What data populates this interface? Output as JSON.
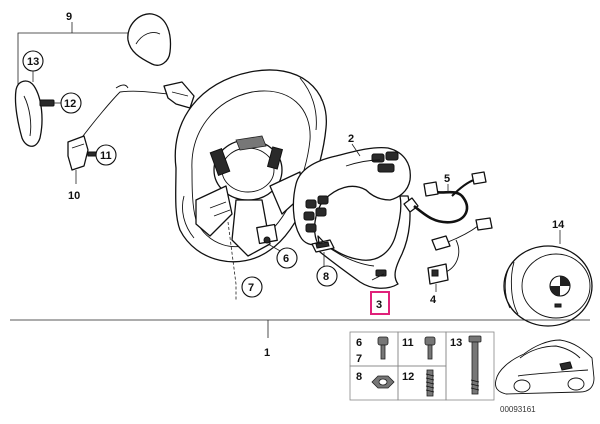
{
  "callouts": {
    "c1": "1",
    "c2": "2",
    "c3": "3",
    "c4": "4",
    "c5": "5",
    "c6": "6",
    "c7": "7",
    "c8": "8",
    "c9": "9",
    "c10": "10",
    "c11": "11",
    "c12": "12",
    "c13": "13",
    "c14": "14"
  },
  "legend": {
    "l6": "6",
    "l7": "7",
    "l8": "8",
    "l11": "11",
    "l12": "12",
    "l13": "13"
  },
  "footer": {
    "code": "00093161"
  },
  "colors": {
    "highlight": "#e0217a"
  }
}
